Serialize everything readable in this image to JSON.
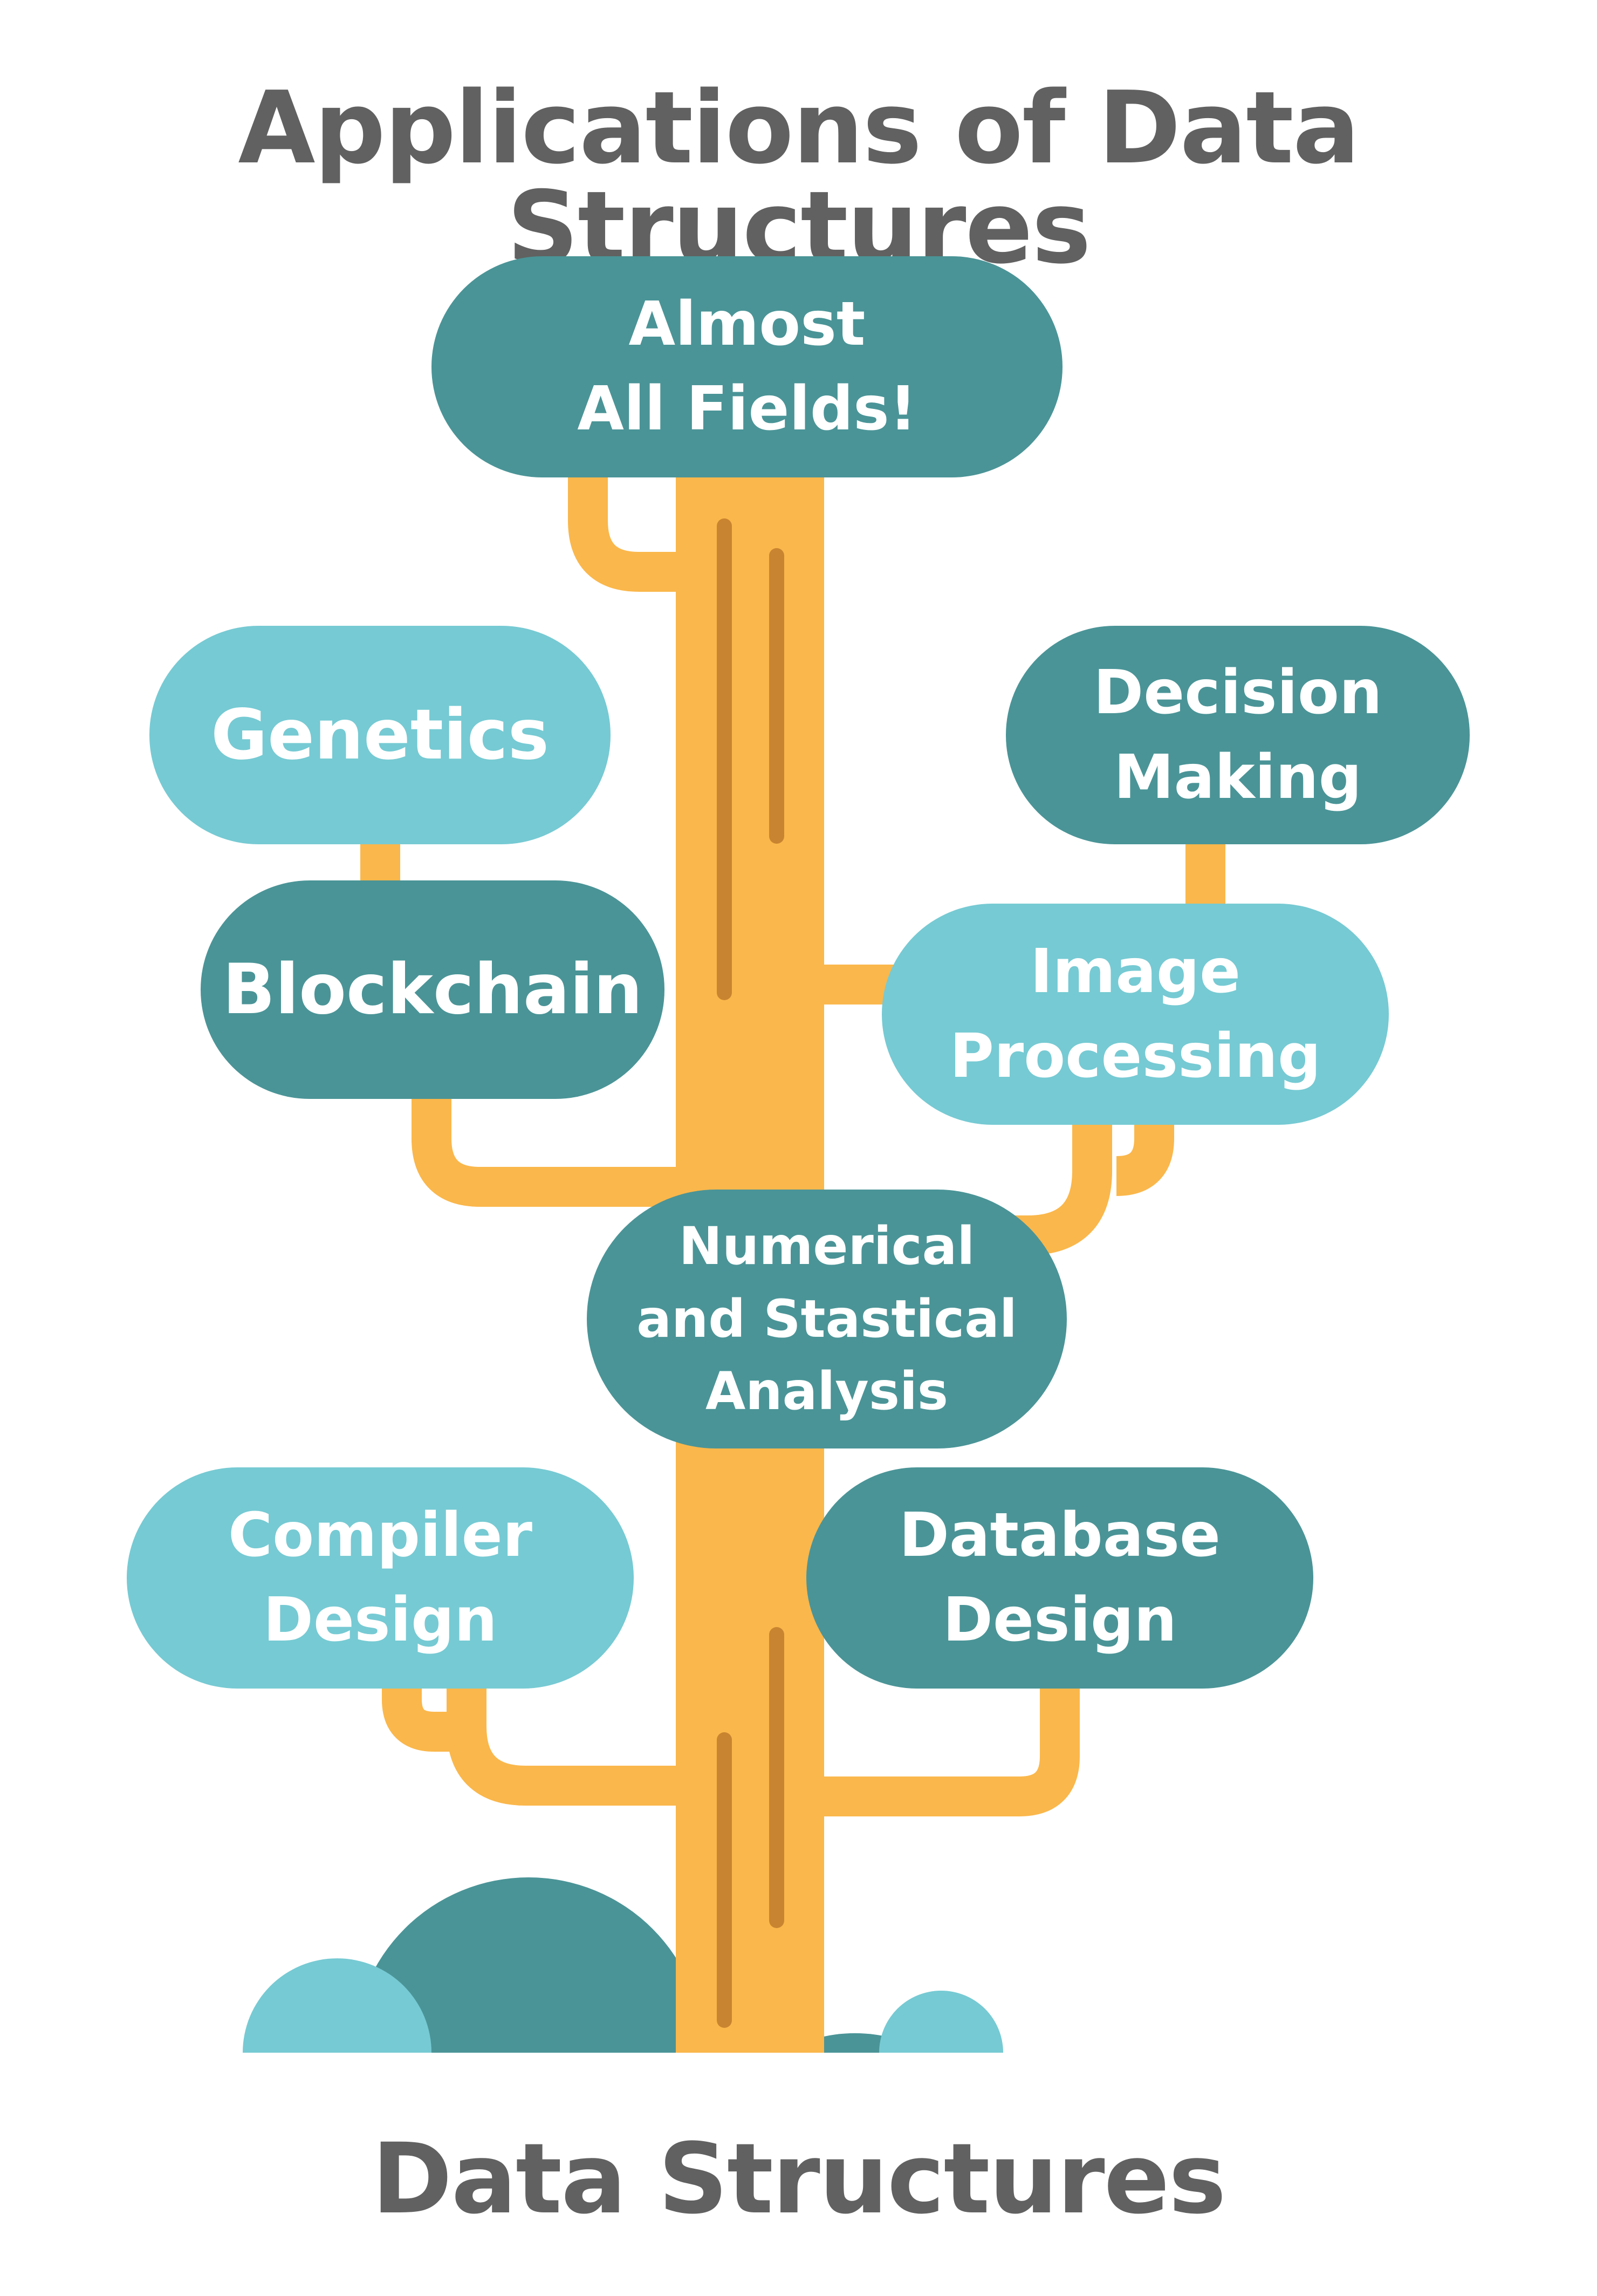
{
  "title": "Applications of Data Structures",
  "footer": "Data Structures",
  "colors": {
    "trunk": "#fab74b",
    "trunk_groove": "#c98431",
    "dark_node": "#4a9497",
    "light_node": "#76cad3",
    "text": "#616161"
  },
  "nodes": {
    "almost_all_fields": [
      "Almost",
      "All Fields!"
    ],
    "genetics": [
      "Genetics"
    ],
    "decision_making": [
      "Decision",
      "Making"
    ],
    "blockchain": [
      "Blockchain"
    ],
    "image_processing": [
      "Image",
      "Processing"
    ],
    "numerical_analysis": [
      "Numerical",
      "and Stastical",
      "Analysis"
    ],
    "compiler_design": [
      "Compiler",
      "Design"
    ],
    "database_design": [
      "Database",
      "Design"
    ]
  }
}
